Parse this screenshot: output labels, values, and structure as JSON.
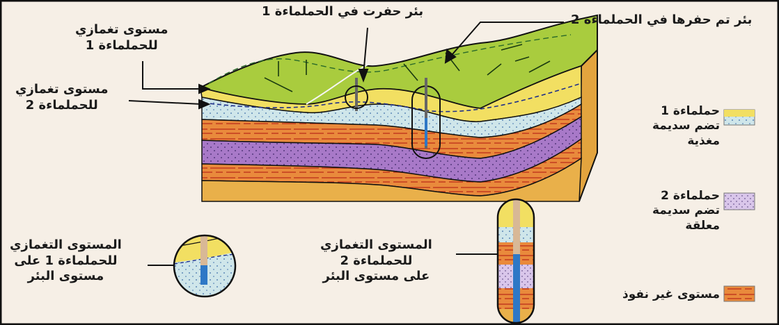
{
  "labels": {
    "well_aquifer1": "بئر حفرت في الحملماءة 1",
    "well_aquifer2": "بئر تم حفرها في الحملماءة 2",
    "piezo_level_1": [
      "مستوى تغمازي",
      "للحملماءة 1"
    ],
    "piezo_level_2": [
      "مستوى تغمازي",
      "للحملماءة 2"
    ],
    "piezo_well_1": [
      "المستوى التغمازي",
      "للحملماءة 1 على",
      "مستوى البئر"
    ],
    "piezo_well_2": [
      "المستوى التغمازي",
      "للحملماءة 2",
      "على مستوى البئر"
    ]
  },
  "legend": [
    {
      "lines": [
        "حملماءة 1",
        "تضم سديمة",
        "مغذية"
      ],
      "color": "#f2df62"
    },
    {
      "lines": [
        "حملماءة 2",
        "تضم سديمة",
        "معلقة"
      ],
      "color": "#c6a6d8"
    },
    {
      "lines": [
        "مستوى غير نفوذ"
      ],
      "color": "#e98a3c"
    }
  ],
  "colors": {
    "surface": "#a9cc3e",
    "aquifer1": "#f2df62",
    "water1": "#cfe6ea",
    "aquifer2": "#a879c8",
    "impermeable": "#e98a3c",
    "base": "#e9b04a",
    "border": "#111111"
  }
}
